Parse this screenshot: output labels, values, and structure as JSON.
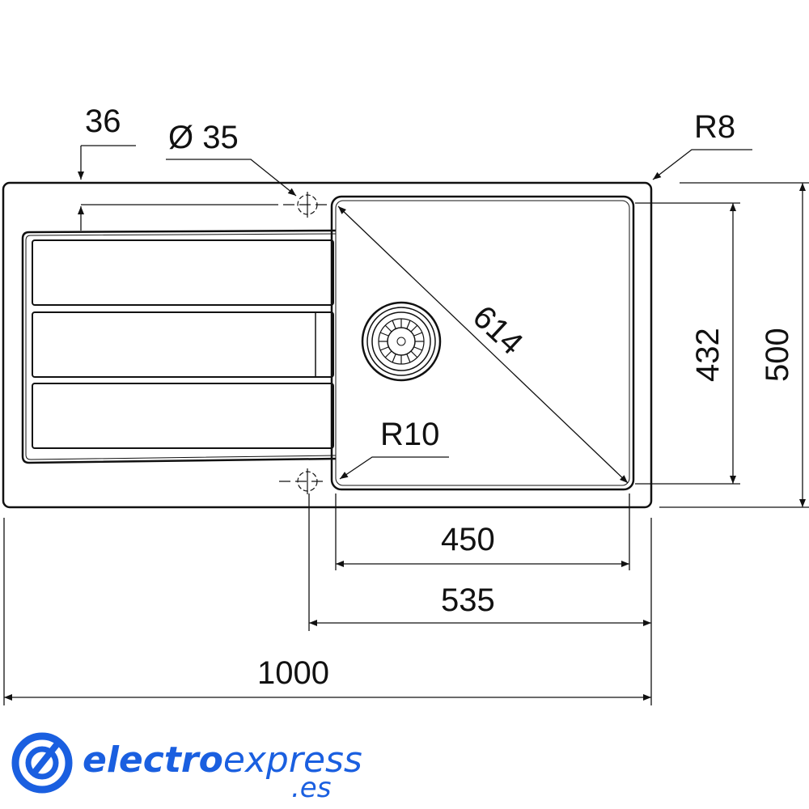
{
  "dimensions": {
    "drainer_offset": "36",
    "tap_hole": "Ø 35",
    "outer_radius": "R8",
    "bowl_diagonal": "614",
    "bowl_depth": "432",
    "overall_depth": "500",
    "bowl_radius": "R10",
    "bowl_width": "450",
    "bowl_section_width": "535",
    "overall_width": "1000"
  },
  "logo": {
    "bold": "electro",
    "light": "express",
    "tld": ".es",
    "color": "#1a5fe0"
  }
}
